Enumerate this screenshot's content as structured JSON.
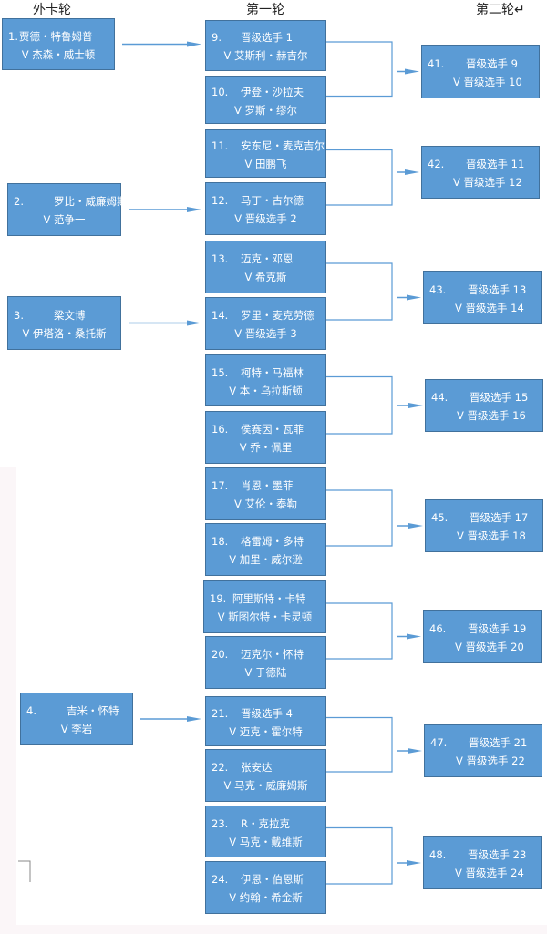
{
  "headers": {
    "wildcard": "外卡轮",
    "round1": "第一轮",
    "round2": "第二轮↵"
  },
  "colors": {
    "box_fill": "#5b9bd5",
    "box_border": "#41719c",
    "line": "#5b9bd5"
  },
  "wildcard": [
    {
      "num": "1.",
      "p1": "贾德・特鲁姆普",
      "p2": "V 杰森・威士顿"
    },
    {
      "num": "2.",
      "p1": "罗比・威廉姆斯",
      "p2": "V 范争一"
    },
    {
      "num": "3.",
      "p1": "梁文博",
      "p2": "V 伊塔洛・桑托斯"
    },
    {
      "num": "4.",
      "p1": "吉米・怀特",
      "p2": "V 李岩"
    }
  ],
  "round1": [
    {
      "num": "9.",
      "p1": "晋级选手 1",
      "p2": "V 艾斯利・赫吉尔"
    },
    {
      "num": "10.",
      "p1": "伊登・沙拉夫",
      "p2": "V 罗斯・缪尔"
    },
    {
      "num": "11.",
      "p1": "安东尼・麦克吉尔",
      "p2": "V 田鹏飞"
    },
    {
      "num": "12.",
      "p1": "马丁・古尔德",
      "p2": "V 晋级选手 2"
    },
    {
      "num": "13.",
      "p1": "迈克・邓恩",
      "p2": "V 希克斯"
    },
    {
      "num": "14.",
      "p1": "罗里・麦克劳德",
      "p2": "V 晋级选手 3"
    },
    {
      "num": "15.",
      "p1": "柯特・马福林",
      "p2": "V 本・乌拉斯顿"
    },
    {
      "num": "16.",
      "p1": "侯赛因・瓦菲",
      "p2": "V 乔・佩里"
    },
    {
      "num": "17.",
      "p1": "肖恩・墨菲",
      "p2": "V 艾伦・泰勒"
    },
    {
      "num": "18.",
      "p1": "格雷姆・多特",
      "p2": "V 加里・威尔逊"
    },
    {
      "num": "19.",
      "p1": "阿里斯特・卡特",
      "p2": "V 斯图尔特・卡灵顿"
    },
    {
      "num": "20.",
      "p1": "迈克尔・怀特",
      "p2": "V 于德陆"
    },
    {
      "num": "21.",
      "p1": "晋级选手 4",
      "p2": "V 迈克・霍尔特"
    },
    {
      "num": "22.",
      "p1": "张安达",
      "p2": "V 马克・威廉姆斯"
    },
    {
      "num": "23.",
      "p1": "R・克拉克",
      "p2": "V 马克・戴维斯"
    },
    {
      "num": "24.",
      "p1": "伊恩・伯恩斯",
      "p2": "V 约翰・希金斯"
    }
  ],
  "round2": [
    {
      "num": "41.",
      "p1": "晋级选手 9",
      "p2": "V 晋级选手 10"
    },
    {
      "num": "42.",
      "p1": "晋级选手 11",
      "p2": "V 晋级选手 12"
    },
    {
      "num": "43.",
      "p1": "晋级选手 13",
      "p2": "V 晋级选手 14"
    },
    {
      "num": "44.",
      "p1": "晋级选手 15",
      "p2": "V 晋级选手 16"
    },
    {
      "num": "45.",
      "p1": "晋级选手 17",
      "p2": "V 晋级选手 18"
    },
    {
      "num": "46.",
      "p1": "晋级选手 19",
      "p2": "V 晋级选手 20"
    },
    {
      "num": "47.",
      "p1": "晋级选手 21",
      "p2": "V 晋级选手 22"
    },
    {
      "num": "48.",
      "p1": "晋级选手 23",
      "p2": "V 晋级选手 24"
    }
  ]
}
